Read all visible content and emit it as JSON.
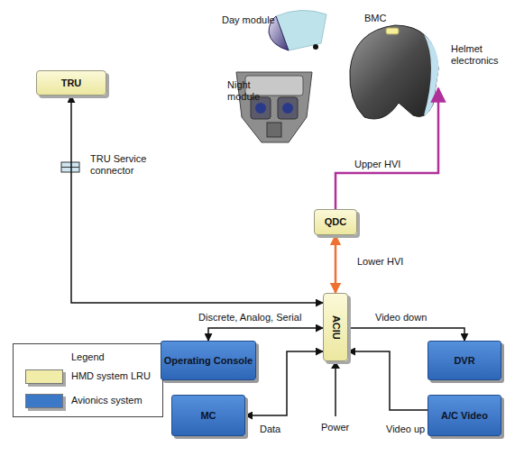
{
  "diagram": {
    "nodes": [
      {
        "text": [
          "TRU"
        ]
      },
      {
        "text": [
          "QDC"
        ]
      },
      {
        "text": [
          "ACIU"
        ]
      },
      {
        "text": [
          "Operating Console"
        ]
      },
      {
        "text": [
          "DVR"
        ]
      },
      {
        "text": [
          "MC"
        ]
      },
      {
        "text": [
          "A/C Video"
        ]
      }
    ],
    "edges": [
      {
        "from": 0,
        "to": 2,
        "arrow": "both"
      },
      {
        "from": 1,
        "to": 2,
        "label": "Lower HVI",
        "arrow": "both"
      },
      {
        "from": 2,
        "to": 3,
        "label": "Discrete, Analog, Serial",
        "arrow": "both"
      },
      {
        "from": 2,
        "to": 4,
        "label": "Video down",
        "arrow": "to"
      },
      {
        "from": 5,
        "to": 2,
        "label": "Data",
        "arrow": "both"
      },
      {
        "from": 6,
        "to": 2,
        "label": "Video up",
        "arrow": "to"
      }
    ],
    "labels": [
      "Day module",
      "Night module",
      "BMC",
      "Helmet electronics",
      "Upper HVI",
      "TRU Service connector",
      "Power",
      "Legend"
    ],
    "legend": [
      {
        "text": "HMD system LRU",
        "color": "#f1eca8"
      },
      {
        "text": "Avionics system",
        "color": "#3c78c8"
      }
    ]
  }
}
